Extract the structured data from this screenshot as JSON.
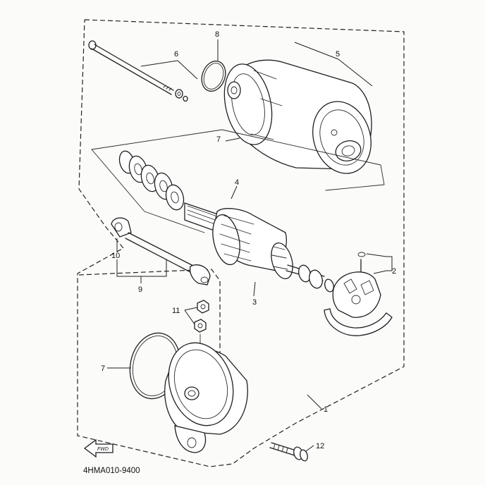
{
  "diagram": {
    "callouts": {
      "c1": "1",
      "c2": "2",
      "c3": "3",
      "c4": "4",
      "c5": "5",
      "c6": "6",
      "c7a": "7",
      "c7b": "7",
      "c8": "8",
      "c9": "9",
      "c10": "10",
      "c11": "11",
      "c12": "12"
    },
    "fwd_label": "FWD",
    "drawing_code": "4HMA010-9400"
  }
}
